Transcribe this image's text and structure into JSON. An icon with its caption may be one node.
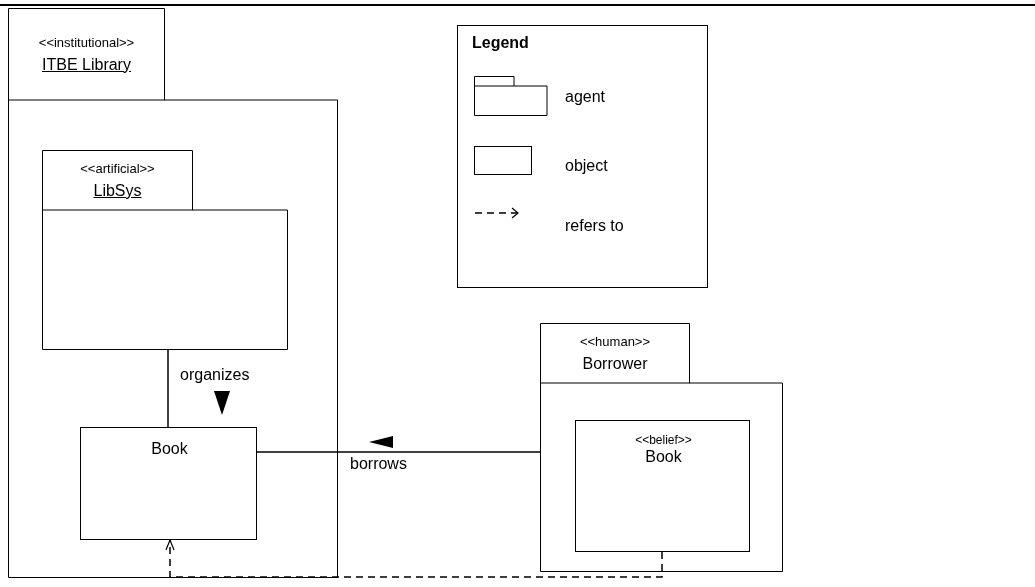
{
  "diagram": {
    "nodes": [
      {
        "text": [
          "<<institutional>>",
          "ITBE Library"
        ]
      },
      {
        "text": [
          "<<artificial>>",
          "LibSys"
        ],
        "in": 0
      },
      {
        "text": [
          "Book"
        ],
        "in": 0
      },
      {
        "text": [
          "<<human>>",
          "Borrower"
        ]
      },
      {
        "text": [
          "<<belief>>",
          "Book"
        ],
        "in": 3
      }
    ],
    "edges": [
      {
        "from": 1,
        "to": 2,
        "arrow": "none",
        "label": "organizes"
      },
      {
        "from": 2,
        "to": 3,
        "arrow": "none",
        "label": "borrows"
      },
      {
        "from": 4,
        "to": 2,
        "arrow": "to",
        "style": "dashed"
      }
    ],
    "labels": [
      "Legend"
    ],
    "legend": [
      {
        "text": "agent"
      },
      {
        "text": "object"
      },
      {
        "text": "refers to"
      }
    ]
  }
}
